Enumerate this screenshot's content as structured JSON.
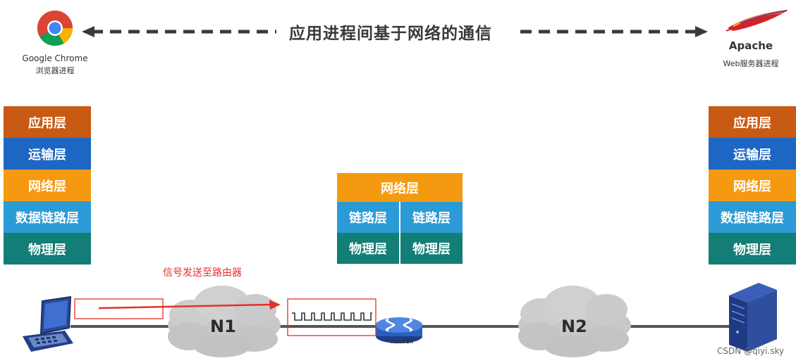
{
  "header": {
    "title": "应用进程间基于网络的通信"
  },
  "left_host": {
    "name": "Google Chrome",
    "desc": "浏览器进程"
  },
  "right_host": {
    "name": "Apache",
    "desc": "Web服务器进程"
  },
  "left_stack": [
    "应用层",
    "运输层",
    "网络层",
    "数据链路层",
    "物理层"
  ],
  "router_stack": {
    "network": "网络层",
    "link_left": "链路层",
    "link_right": "链路层",
    "phy_left": "物理层",
    "phy_right": "物理层"
  },
  "right_stack": [
    "应用层",
    "运输层",
    "网络层",
    "数据链路层",
    "物理层"
  ],
  "annotation": "信号发送至路由器",
  "network": {
    "cloud1": "N1",
    "cloud2": "N2",
    "router": "ROUTER"
  },
  "watermark": "CSDN @qiyi.sky",
  "colors": {
    "application": "#c85a14",
    "transport": "#1d66c4",
    "network": "#f59a10",
    "datalink": "#2b9bd6",
    "physical": "#127e76",
    "annotation": "#e0332c"
  }
}
